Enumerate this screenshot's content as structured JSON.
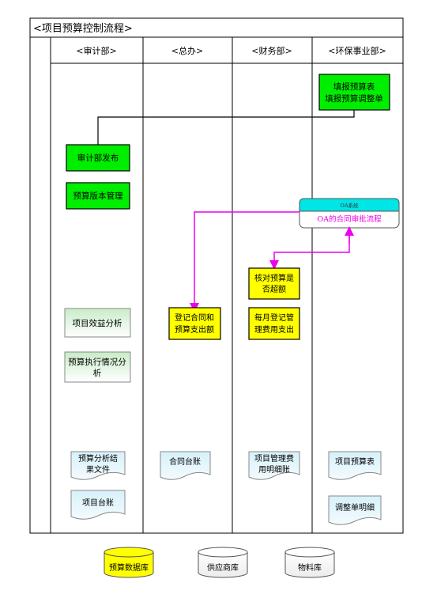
{
  "title": "<项目预算控制流程>",
  "lanes": [
    "<审计部>",
    "<总办>",
    "<财务部>",
    "<环保事业部>"
  ],
  "boxes": {
    "fill_budget": [
      "填报预算表",
      "填报预算调整单"
    ],
    "audit_publish": [
      "审计部发布"
    ],
    "budget_version": [
      "预算版本管理"
    ],
    "project_benefit": [
      "项目效益分析"
    ],
    "budget_exec": [
      "预算执行情况分",
      "析"
    ],
    "register_contract": [
      "登记合同和",
      "预算支出额"
    ],
    "verify_budget": [
      "核对预算是",
      "否超额"
    ],
    "monthly_register": [
      "每月登记管",
      "理费用支出"
    ]
  },
  "oa": {
    "header": "OA系统",
    "label": "OA的合同审批流程"
  },
  "documents": {
    "analysis_result": [
      "预算分析结",
      "果文件"
    ],
    "project_ledger": [
      "项目台账"
    ],
    "contract_ledger": [
      "合同台账"
    ],
    "mgmt_detail": [
      "项目管理费",
      "用明细账"
    ],
    "project_budget_table": [
      "项目预算表"
    ],
    "adjust_detail": [
      "调整单明细"
    ]
  },
  "databases": [
    "预算数据库",
    "供应商库",
    "物料库"
  ],
  "colors": {
    "green": "#00ee00",
    "yellow": "#ffff00",
    "light_green": "#dff5df",
    "doc_blue": "#dff4fb",
    "oa_header": "#00e5e5",
    "magenta": "#ee00ee"
  }
}
